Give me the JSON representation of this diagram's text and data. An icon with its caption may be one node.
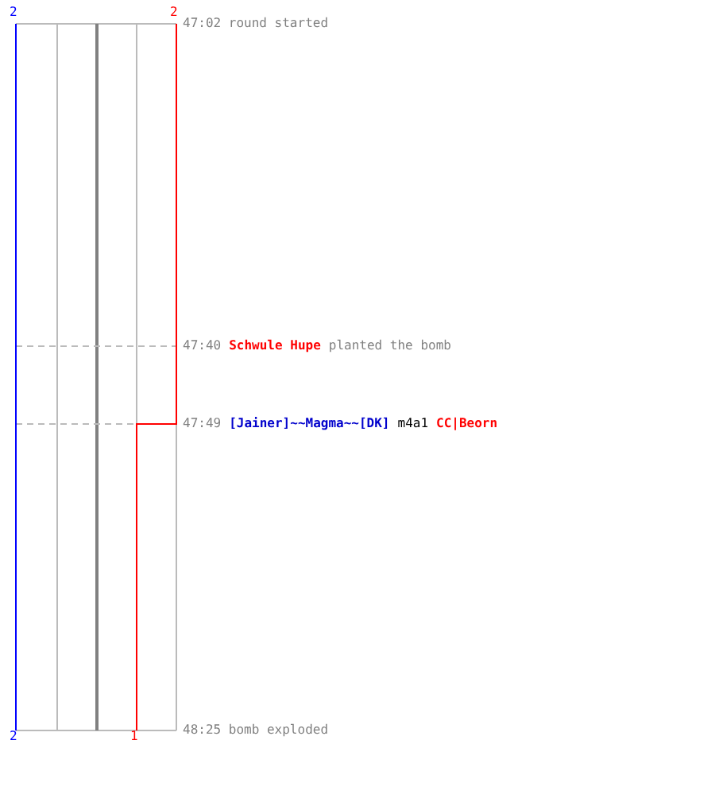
{
  "diagram": {
    "labels": [
      "2",
      "2",
      "47:02 round started",
      "47:40",
      "Schwule Hupe",
      "planted the bomb",
      "47:49",
      "[Jainer]~~Magma~~[DK]",
      "m4a1",
      "CC|Beorn",
      "2",
      "1",
      "48:25 bomb exploded"
    ]
  }
}
